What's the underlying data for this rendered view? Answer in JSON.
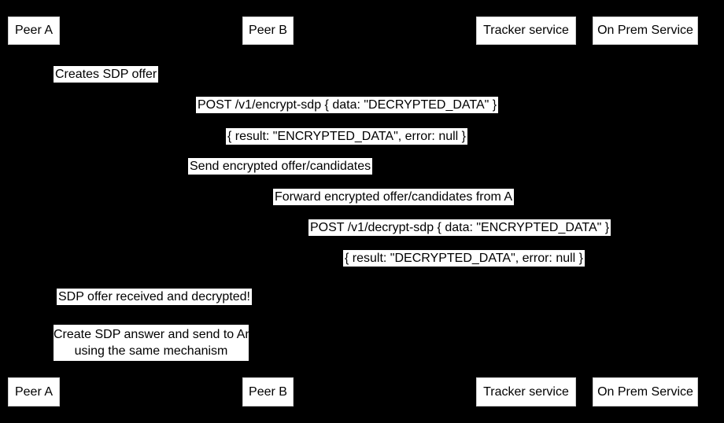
{
  "diagram": {
    "kind": "sequence-diagram",
    "colors": {
      "background": "#000000",
      "box_fill": "#ffffff",
      "box_border": "#cccccc",
      "text": "#000000"
    },
    "actors": [
      {
        "id": "peer-a",
        "label": "Peer A"
      },
      {
        "id": "peer-b",
        "label": "Peer B"
      },
      {
        "id": "tracker-service",
        "label": "Tracker service"
      },
      {
        "id": "on-prem-service",
        "label": "On Prem Service"
      }
    ],
    "messages": [
      {
        "from": "peer-a",
        "to": "peer-a",
        "label": "Creates SDP offer"
      },
      {
        "from": "peer-a",
        "to": "on-prem-service",
        "label": "POST /v1/encrypt-sdp { data: \"DECRYPTED_DATA\" }"
      },
      {
        "from": "on-prem-service",
        "to": "peer-a",
        "label": "{ result: \"ENCRYPTED_DATA\", error: null }"
      },
      {
        "from": "peer-a",
        "to": "tracker-service",
        "label": "Send encrypted offer/candidates"
      },
      {
        "from": "tracker-service",
        "to": "peer-b",
        "label": "Forward encrypted offer/candidates from A"
      },
      {
        "from": "peer-b",
        "to": "on-prem-service",
        "label": "POST /v1/decrypt-sdp { data: \"ENCRYPTED_DATA\" }"
      },
      {
        "from": "on-prem-service",
        "to": "peer-b",
        "label": "{ result: \"DECRYPTED_DATA\", error: null }"
      },
      {
        "from": "peer-b",
        "to": "peer-a",
        "label": "SDP offer received and decrypted!"
      }
    ],
    "note": {
      "line1": "Create SDP answer and send to An",
      "line2": "using the same mechanism"
    }
  }
}
